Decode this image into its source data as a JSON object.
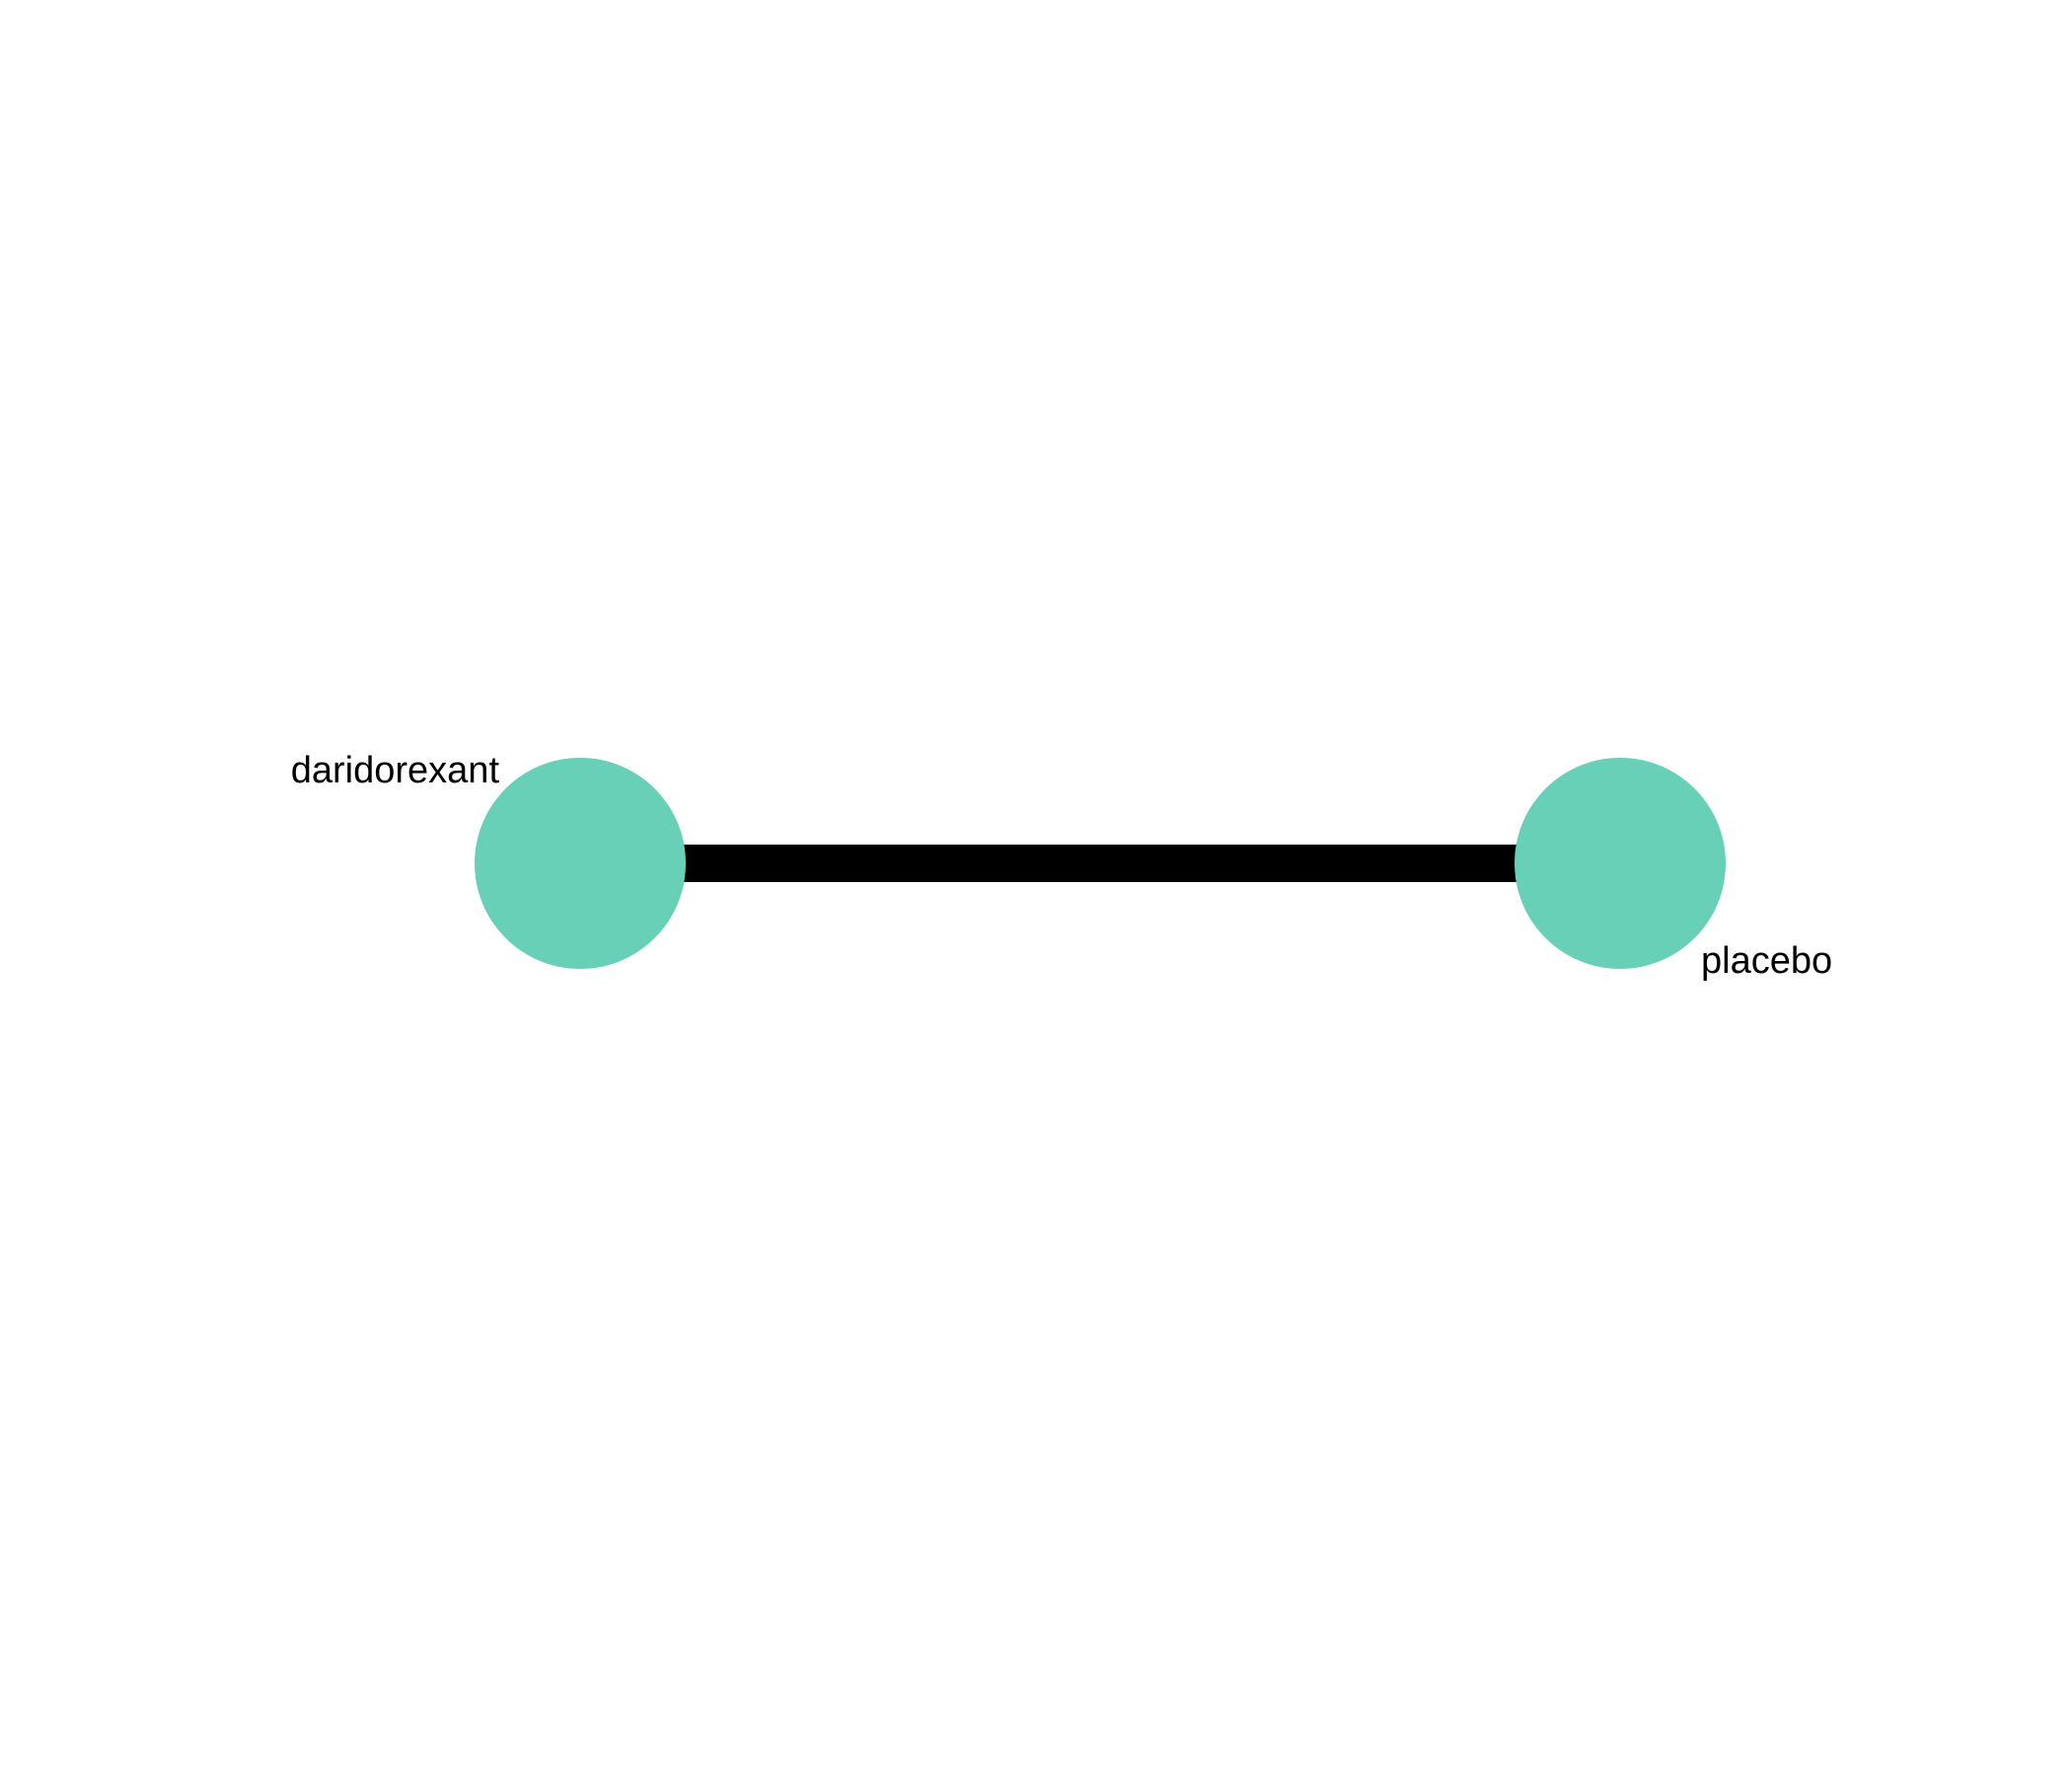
{
  "network": {
    "nodes": [
      {
        "id": "daridorexant",
        "label": "daridorexant"
      },
      {
        "id": "placebo",
        "label": "placebo"
      }
    ],
    "edges": [
      {
        "from": "daridorexant",
        "to": "placebo"
      }
    ],
    "colors": {
      "node": "#69d0b8",
      "edge": "#000000",
      "label": "#000000",
      "background": "#ffffff"
    }
  }
}
